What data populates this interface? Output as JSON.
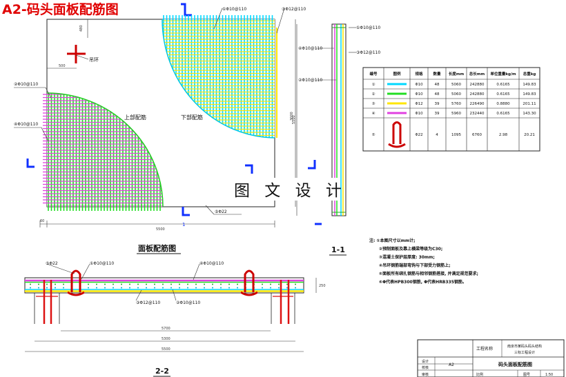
{
  "title": "A2-码头面板配筋图",
  "watermark": "图 文 设 计",
  "plan": {
    "caption": "面板配筋图",
    "label_top": "上部配筋",
    "label_bottom": "下部配筋",
    "lifting_label": "吊环",
    "section_mark": "1",
    "callouts": {
      "c1_top": "①Φ10@110",
      "c3_top": "③Φ12@110",
      "c2_left": "②Φ10@110",
      "c4_left": "④Φ10@110",
      "c5_bottom": "⑤Φ22"
    },
    "dims": {
      "bottom_total": "5500",
      "bottom_left": "60",
      "left_small": "500",
      "top_small": "480",
      "right_height": "3000"
    }
  },
  "section_1_1": {
    "caption": "1-1",
    "callouts": {
      "c1": "①Φ10@110",
      "c3": "③Φ12@110",
      "c4": "④Φ10@110",
      "c2": "②Φ10@110"
    },
    "dims": {
      "height": "5500"
    }
  },
  "section_2_2": {
    "caption": "2-2",
    "callouts": {
      "c5": "⑤Φ22",
      "c1": "①Φ10@110",
      "c4": "④Φ10@110",
      "c3": "③Φ12@110",
      "c2": "②Φ10@110"
    },
    "dims": {
      "d1": "5700",
      "d2": "5300",
      "d3": "5500",
      "thickness": "250"
    }
  },
  "rebar_table": {
    "headers": [
      "编号",
      "图例",
      "规格",
      "数量",
      "长度mm",
      "总长mm",
      "单位重量kg/m",
      "总重kg"
    ],
    "rows": [
      {
        "id": "①",
        "legend_color": "#00d8ff",
        "spec": "Φ10",
        "qty": "48",
        "length": "5060",
        "total": "242880",
        "unit_weight": "0.6165",
        "total_weight": "149.83"
      },
      {
        "id": "②",
        "legend_color": "#22dd22",
        "spec": "Φ10",
        "qty": "48",
        "length": "5060",
        "total": "242880",
        "unit_weight": "0.6165",
        "total_weight": "149.83"
      },
      {
        "id": "③",
        "legend_color": "#ffe600",
        "spec": "Φ12",
        "qty": "39",
        "length": "5760",
        "total": "226490",
        "unit_weight": "0.8880",
        "total_weight": "201.11"
      },
      {
        "id": "④",
        "legend_color": "#e040e0",
        "spec": "Φ10",
        "qty": "39",
        "length": "5960",
        "total": "232440",
        "unit_weight": "0.6165",
        "total_weight": "143.30"
      },
      {
        "id": "⑤",
        "legend_color": "",
        "spec": "Φ22",
        "qty": "4",
        "length": "1095",
        "total": "6760",
        "unit_weight": "2.98",
        "total_weight": "20.21"
      }
    ]
  },
  "notes": {
    "lines": [
      "注: ①本图尺寸以mm计;",
      "②预制面板及靠上横梁等级为C30;",
      "③混凝土保护层厚度: 30mm;",
      "④吊环钢筋端部弯钩与下部受力钢筋上;",
      "⑤面板所有绑扎钢筋与相邻钢筋搭接, 并满足规范要求;",
      "⑥Φ代表HPB300钢筋, Φ代表HRB335钢筋。"
    ]
  },
  "title_block": {
    "project_label": "工程名称",
    "project_name_1": "南京市某码头码头结构",
    "project_name_2": "三标工程设计",
    "drawing_name": "码头面板配筋图",
    "row_labels": [
      "设计",
      "校核",
      "审核"
    ],
    "scale_label": "比例",
    "drawing_no_label": "图号",
    "scale_value": "1:50",
    "sheet": "A2"
  }
}
